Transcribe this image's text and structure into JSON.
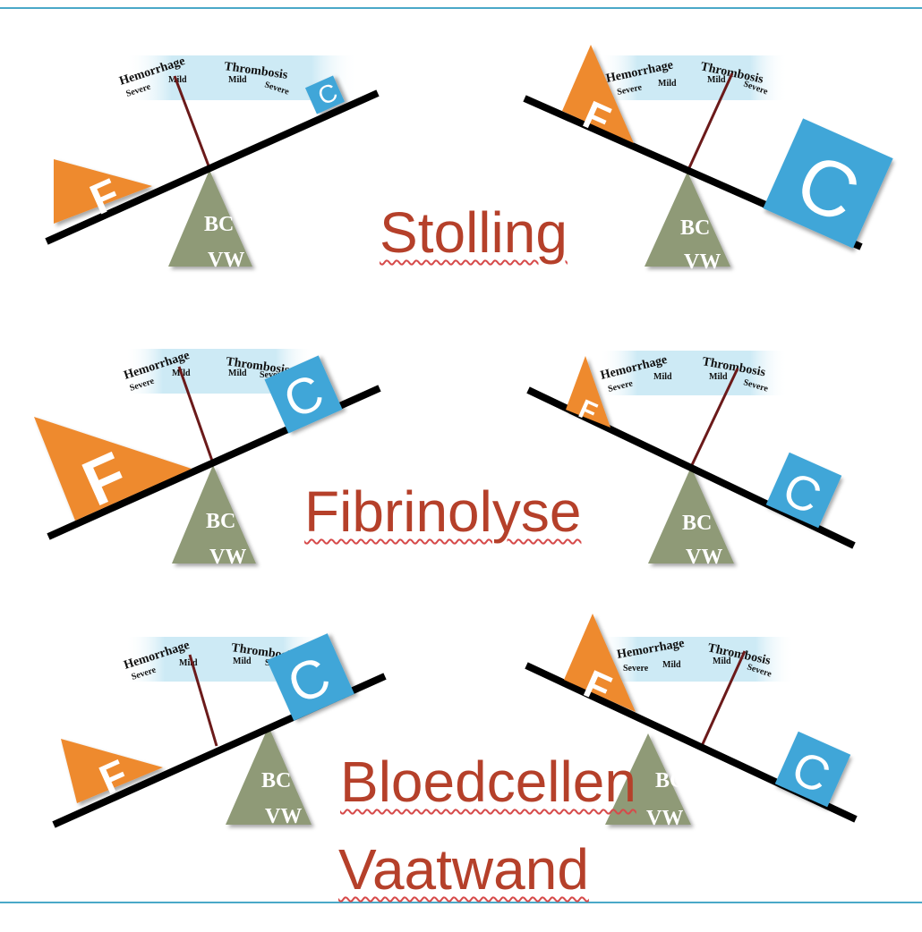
{
  "captions": {
    "stolling": "Stolling",
    "fibrinolyse": "Fibrinolyse",
    "bloedcellen": "Bloedcellen",
    "vaatwand": "Vaatwand"
  },
  "labels": {
    "f": "F",
    "c": "C",
    "bc": "BC",
    "vw": "VW",
    "hemorrhage": "Hemorrhage",
    "thrombosis": "Thrombosis",
    "severe": "Severe",
    "mild": "Mild"
  },
  "colors": {
    "accent_rule": "#4aa8c8",
    "caption": "#b5402a",
    "f_triangle": "#ee8a2e",
    "c_square": "#3fa6d8",
    "fulcrum": "#8f9a77",
    "needle": "#6b1a1a",
    "gauge_band": "#cdeaf5"
  }
}
